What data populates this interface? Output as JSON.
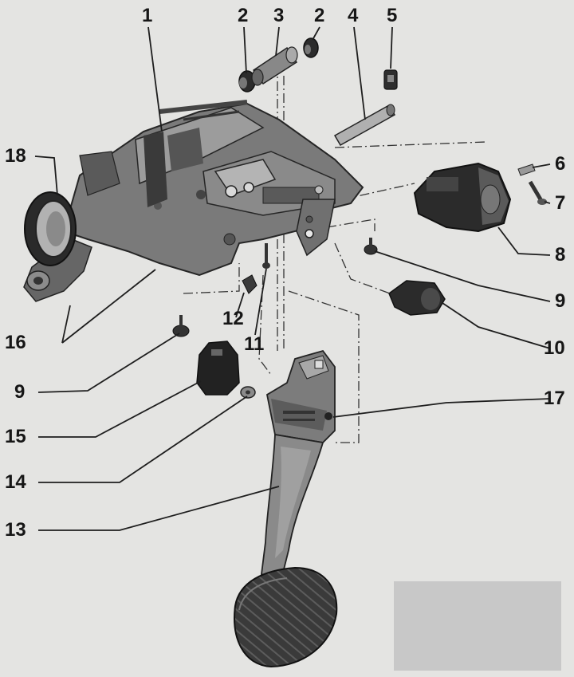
{
  "callouts": [
    {
      "id": "c1",
      "text": "1"
    },
    {
      "id": "c2a",
      "text": "2"
    },
    {
      "id": "c3",
      "text": "3"
    },
    {
      "id": "c2b",
      "text": "2"
    },
    {
      "id": "c4",
      "text": "4"
    },
    {
      "id": "c5",
      "text": "5"
    },
    {
      "id": "c18",
      "text": "18"
    },
    {
      "id": "c6",
      "text": "6"
    },
    {
      "id": "c7",
      "text": "7"
    },
    {
      "id": "c8",
      "text": "8"
    },
    {
      "id": "c9a",
      "text": "9"
    },
    {
      "id": "c10",
      "text": "10"
    },
    {
      "id": "c16",
      "text": "16"
    },
    {
      "id": "c12",
      "text": "12"
    },
    {
      "id": "c11",
      "text": "11"
    },
    {
      "id": "c9b",
      "text": "9"
    },
    {
      "id": "c17",
      "text": "17"
    },
    {
      "id": "c15",
      "text": "15"
    },
    {
      "id": "c14",
      "text": "14"
    },
    {
      "id": "c13",
      "text": "13"
    }
  ],
  "colors": {
    "paper": "#e4e4e2",
    "part_dark": "#2a2a2a",
    "part_mid": "#6b6b6b",
    "part_light": "#9a9a9a",
    "leader": "#1e1e1e",
    "redaction": "#c8c8c8"
  }
}
